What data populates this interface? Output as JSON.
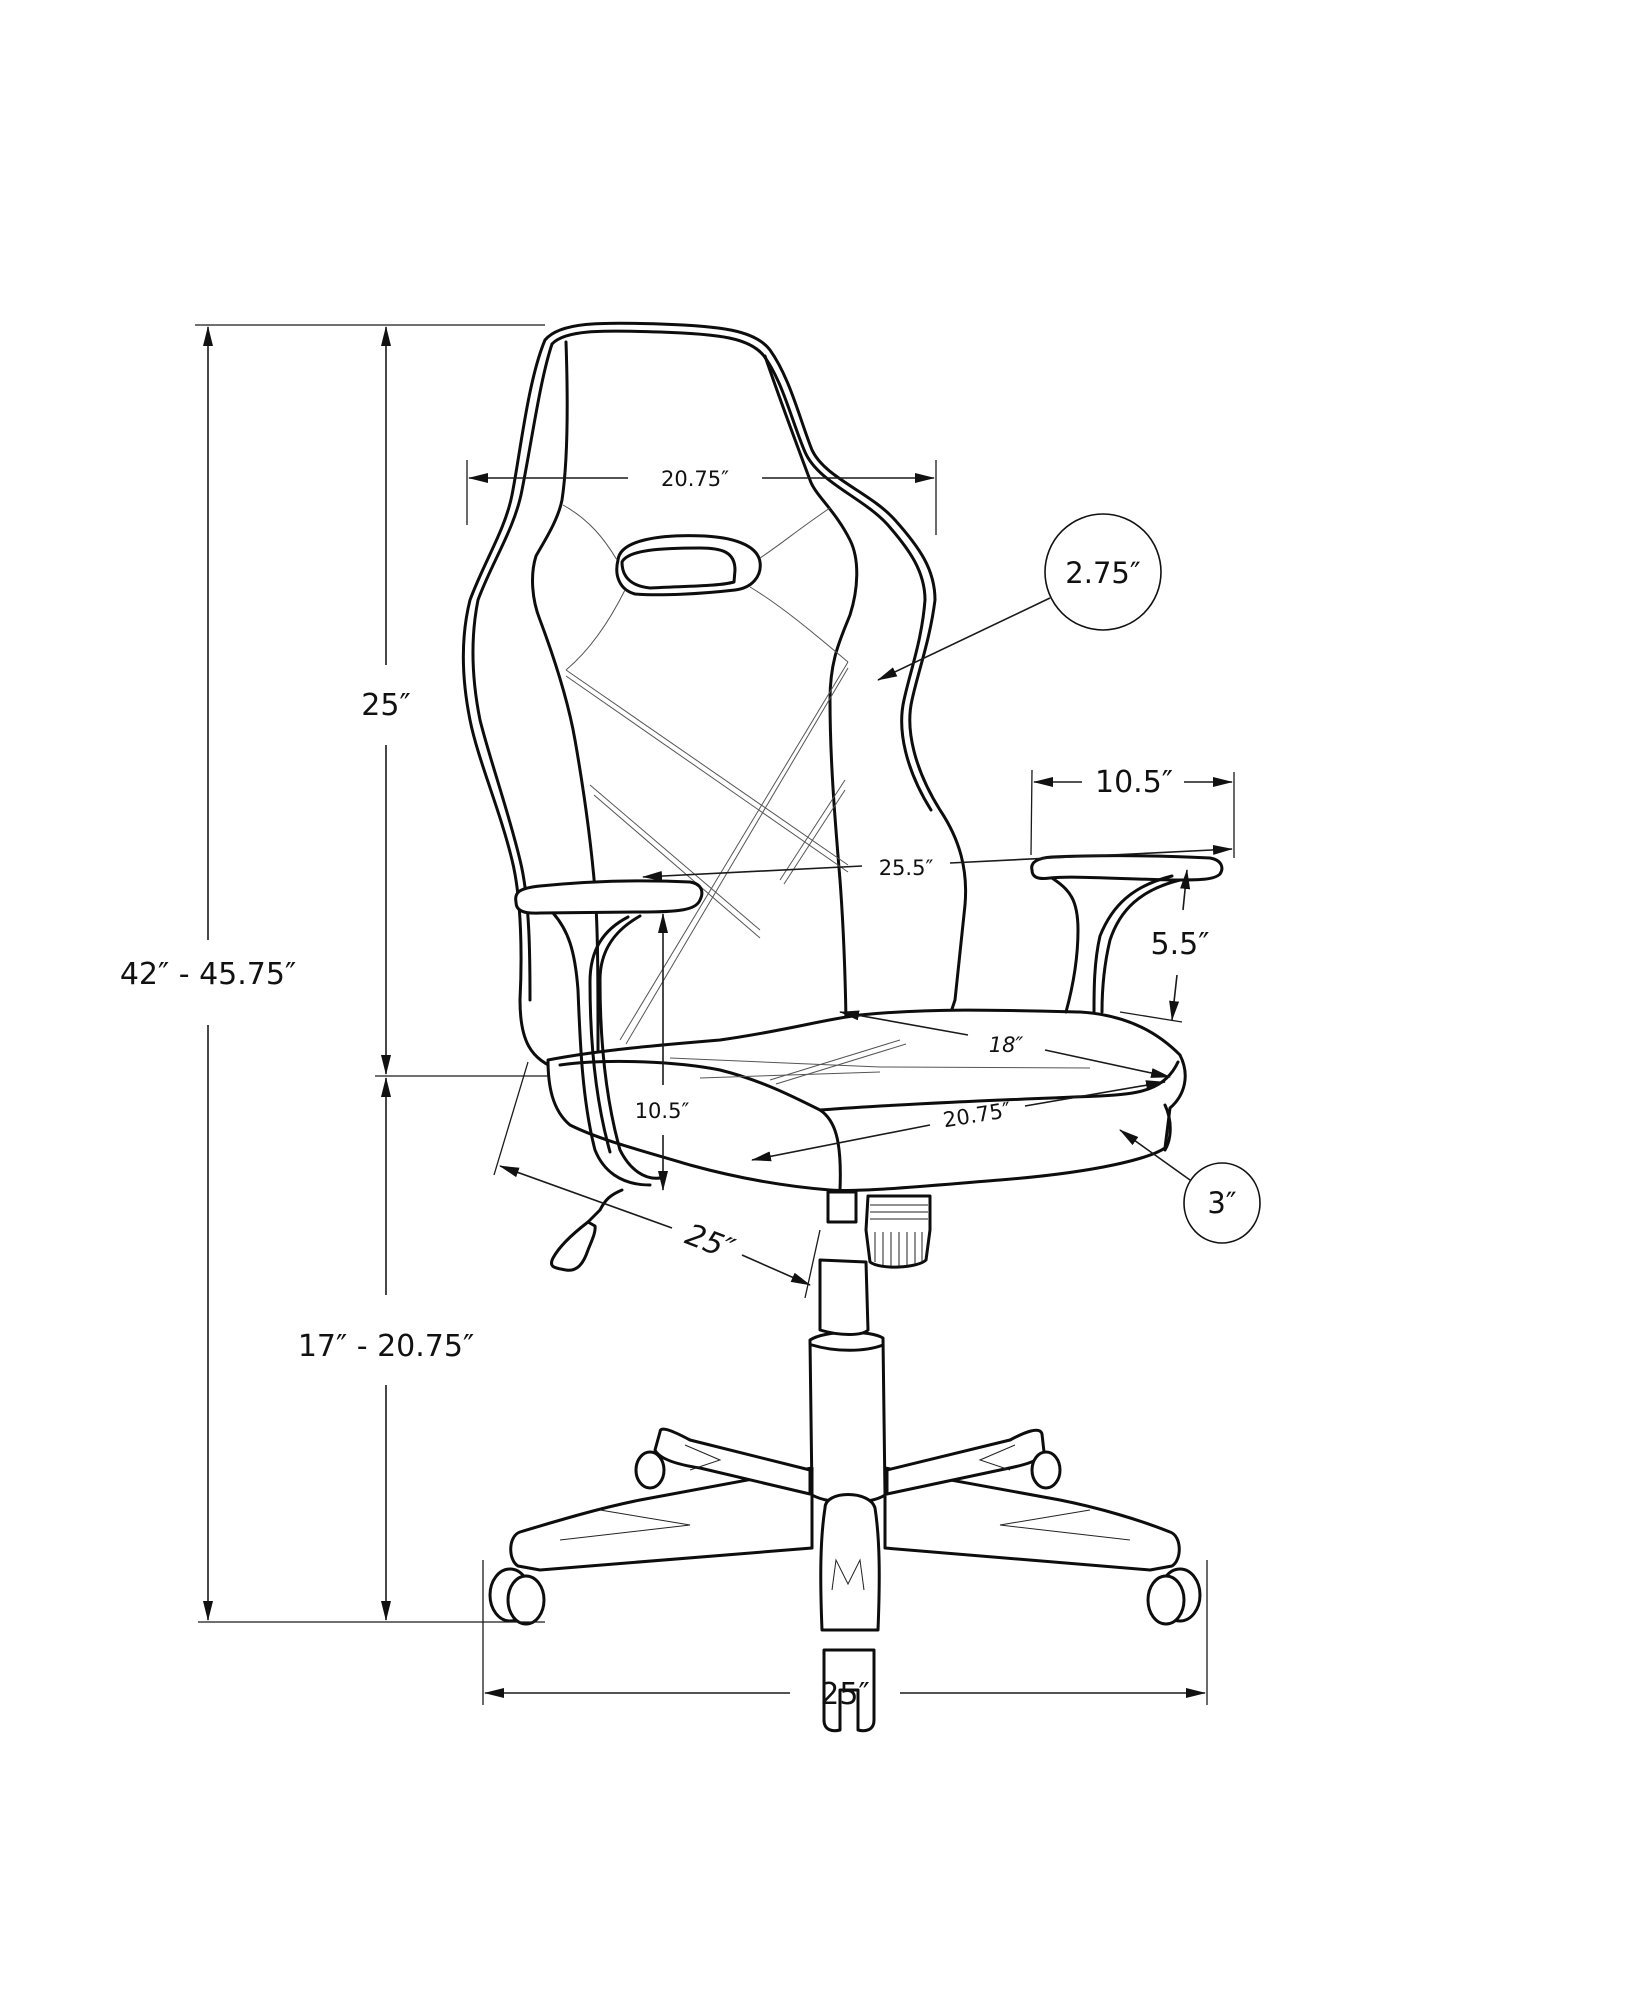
{
  "figure": {
    "subject": "Racing-style office chair dimension diagram",
    "background_color": "#ffffff",
    "line_color": "#111111"
  },
  "dimensions": {
    "overall_height": "42″ - 45.75″",
    "backrest_height": "25″",
    "seat_height": "17″ - 20.75″",
    "backrest_width": "20.75″",
    "backrest_thickness": "2.75″",
    "armrest_length": "10.5″",
    "outer_armrest_width": "25.5″",
    "armrest_height_above_seat_right": "5.5″",
    "armrest_height_above_seat_left": "10.5″",
    "seat_depth": "18″",
    "seat_width": "20.75″",
    "seat_thickness": "3″",
    "overall_depth": "25″",
    "base_width": "25″"
  }
}
